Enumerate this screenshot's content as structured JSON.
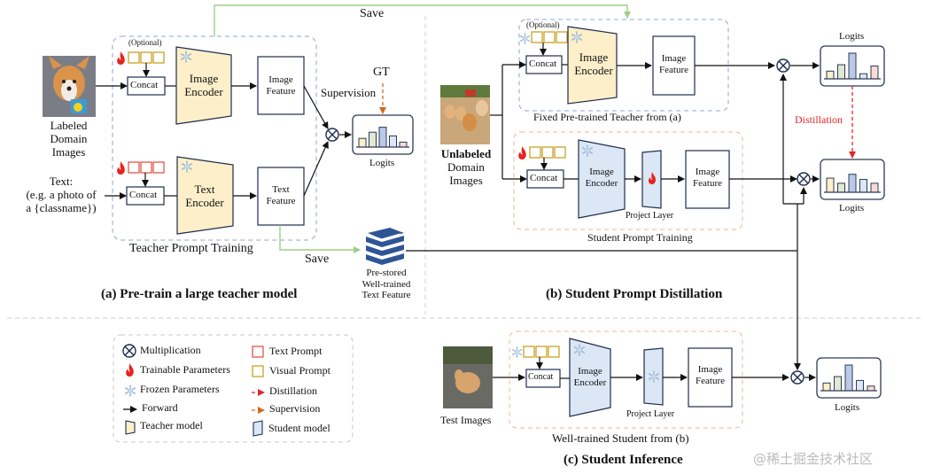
{
  "colors": {
    "teacher_fill": "#fcefc9",
    "student_fill": "#dbe7f5",
    "visual_prompt": "#c9a227",
    "text_prompt": "#e5564b",
    "teacher_group_border": "#8fa3cf",
    "student_group_border": "#f0b79a",
    "save_arrow": "#9bcf86",
    "distillation": "#e3262c",
    "supervision": "#d2691e",
    "box_stroke": "#1f2d4d",
    "book": "#2f5597",
    "watermark": "#bbbbbb"
  },
  "panel_a": {
    "title": "(a) Pre-train a large teacher model",
    "group_label": "Teacher Prompt Training",
    "input_image_label": [
      "Labeled",
      "Domain",
      "Images"
    ],
    "input_text_label": [
      "Text:",
      "(e.g. a photo of",
      "a {classname})"
    ],
    "optional_label": "(Optional)",
    "concat_label": "Concat",
    "image_encoder_label": [
      "Image",
      "Encoder"
    ],
    "text_encoder_label": [
      "Text",
      "Encoder"
    ],
    "image_feature_label": [
      "Image",
      "Feature"
    ],
    "text_feature_label": [
      "Text",
      "Feature"
    ],
    "supervision_label": "Supervision",
    "gt_label": "GT",
    "logits_label": "Logits",
    "save_top_label": "Save",
    "save_bottom_label": "Save",
    "prestored_label": [
      "Pre-stored",
      "Well-trained",
      "Text Feature"
    ],
    "logits_bars": [
      0.35,
      0.6,
      0.8,
      0.45,
      0.2
    ]
  },
  "panel_b": {
    "title": "(b) Student Prompt Distillation",
    "input_image_label_bold": "Unlabeled",
    "input_image_label": [
      "Domain",
      "Images"
    ],
    "teacher_group_label": "Fixed Pre-trained Teacher from (a)",
    "student_group_label": "Student Prompt Training",
    "optional_label": "(Optional)",
    "concat_label": "Concat",
    "image_encoder_label": [
      "Image",
      "Encoder"
    ],
    "image_feature_label": [
      "Image",
      "Feature"
    ],
    "project_layer_label": "Project Layer",
    "distillation_label": "Distillation",
    "teacher_logits_label": "Logits",
    "student_logits_label": "Logits",
    "teacher_logits_bars": [
      0.3,
      0.55,
      1.0,
      0.2,
      0.5
    ],
    "student_logits_bars": [
      0.55,
      0.35,
      0.7,
      0.5,
      0.35
    ]
  },
  "panel_c": {
    "title": "(c) Student Inference",
    "group_label": "Well-trained Student from (b)",
    "input_image_label": "Test Images",
    "concat_label": "Concat",
    "image_encoder_label": [
      "Image",
      "Encoder"
    ],
    "image_feature_label": [
      "Image",
      "Feature"
    ],
    "project_layer_label": "Project Layer",
    "logits_label": "Logits",
    "logits_bars": [
      0.3,
      0.55,
      1.0,
      0.4,
      0.18
    ]
  },
  "legend": {
    "items": [
      {
        "icon": "multiplication-icon",
        "label": "Multiplication"
      },
      {
        "icon": "text-prompt-icon",
        "label": "Text Prompt"
      },
      {
        "icon": "flame-icon",
        "label": "Trainable Parameters"
      },
      {
        "icon": "visual-prompt-icon",
        "label": "Visual Prompt"
      },
      {
        "icon": "snowflake-icon",
        "label": "Frozen Parameters"
      },
      {
        "icon": "distillation-arrow-icon",
        "label": "Distillation"
      },
      {
        "icon": "forward-arrow-icon",
        "label": "Forward"
      },
      {
        "icon": "supervision-arrow-icon",
        "label": "Supervision"
      },
      {
        "icon": "teacher-model-icon",
        "label": "Teacher model"
      },
      {
        "icon": "student-model-icon",
        "label": "Student model"
      }
    ]
  },
  "watermark": "@稀土掘金技术社区"
}
